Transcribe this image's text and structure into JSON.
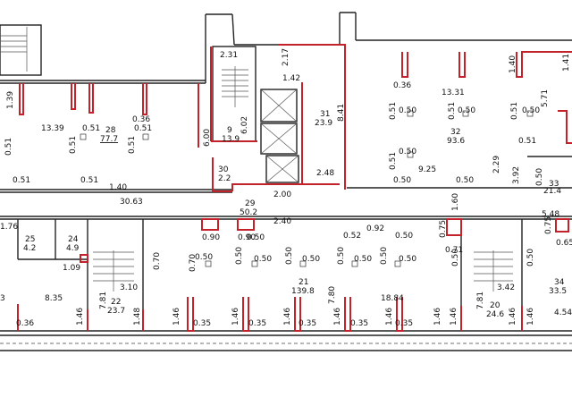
{
  "rooms": [
    {
      "number": "28",
      "area": "77.7"
    },
    {
      "number": "9",
      "area": "13.9"
    },
    {
      "number": "30",
      "area": "2.2"
    },
    {
      "number": "31",
      "area": "23.9"
    },
    {
      "number": "32",
      "area": "93.6"
    },
    {
      "number": "33",
      "area": "21.4"
    },
    {
      "number": "29",
      "area": "50.2"
    },
    {
      "number": "25",
      "area": "4.2"
    },
    {
      "number": "24",
      "area": "4.9"
    },
    {
      "number": "22",
      "area": "23.7"
    },
    {
      "number": "21",
      "area": "139.8"
    },
    {
      "number": "20",
      "area": "24.6"
    },
    {
      "number": "34",
      "area": "33.5"
    }
  ],
  "dimensions": {
    "d_231": "2.31",
    "d_217": "2.17",
    "d_142": "1.42",
    "d_841": "8.41",
    "d_602": "6.02",
    "d_600": "6.00",
    "d_248": "2.48",
    "d_200": "2.00",
    "d_240": "2.40",
    "d_139": "1.39",
    "d_1339": "13.39",
    "d_036a": "0.36",
    "d_036b": "0.36",
    "d_036c": "0.36",
    "d_1331": "13.31",
    "d_140a": "1.40",
    "d_140b": "1.40",
    "d_141": "1.41",
    "d_571": "5.71",
    "d_925": "9.25",
    "d_229": "2.29",
    "d_392": "3.92",
    "d_548": "5.48",
    "d_3063": "30.63",
    "d_176": "1.76",
    "d_109": "1.09",
    "d_835": "8.35",
    "d_310": "3.10",
    "d_781a": "7.81",
    "d_781b": "7.81",
    "d_1884": "18.84",
    "d_780": "7.80",
    "d_342": "3.42",
    "d_454": "4.54",
    "d_090a": "0.90",
    "d_090b": "0.90",
    "d_052": "0.52",
    "d_092": "0.92",
    "d_050c": "0.50",
    "d_071": "0.71",
    "d_075a": "0.75",
    "d_075b": "0.75",
    "d_065": "0.65",
    "d_070a": "0.70",
    "d_070b": "0.70",
    "d_160": "1.60",
    "d_3": "3",
    "w1": "0.51",
    "w2": "0.51",
    "w3": "0.51",
    "w4": "0.51",
    "w5": "0.51",
    "w6": "0.51",
    "w7": "0.51",
    "w8": "0.51",
    "w9": "0.51",
    "w10": "0.51",
    "w11": "0.51",
    "w12": "0.51",
    "s1": "0.50",
    "s2": "0.50",
    "s3": "0.50",
    "s4": "0.50",
    "s5": "0.50",
    "s6": "0.50",
    "s7": "0.50",
    "s8": "0.50",
    "s9": "0.50",
    "s10": "0.50",
    "s11": "0.50",
    "s12": "0.50",
    "s13": "0.50",
    "s14": "0.50",
    "s15": "0.50",
    "s16": "0.50",
    "s17": "0.50",
    "s18": "0.50",
    "s19": "0.50",
    "b1": "0.35",
    "b2": "0.35",
    "b3": "0.35",
    "b4": "0.35",
    "b5": "0.35",
    "h1": "1.46",
    "h2": "1.46",
    "h3": "1.46",
    "h4": "1.46",
    "h5": "1.46",
    "h6": "1.46",
    "h7": "1.46",
    "h8": "1.46",
    "h9": "1.46",
    "h10": "1.46",
    "h11": "1.48"
  },
  "colors": {
    "wall": "#222222",
    "highlight": "#c3222b",
    "background": "#ffffff"
  }
}
